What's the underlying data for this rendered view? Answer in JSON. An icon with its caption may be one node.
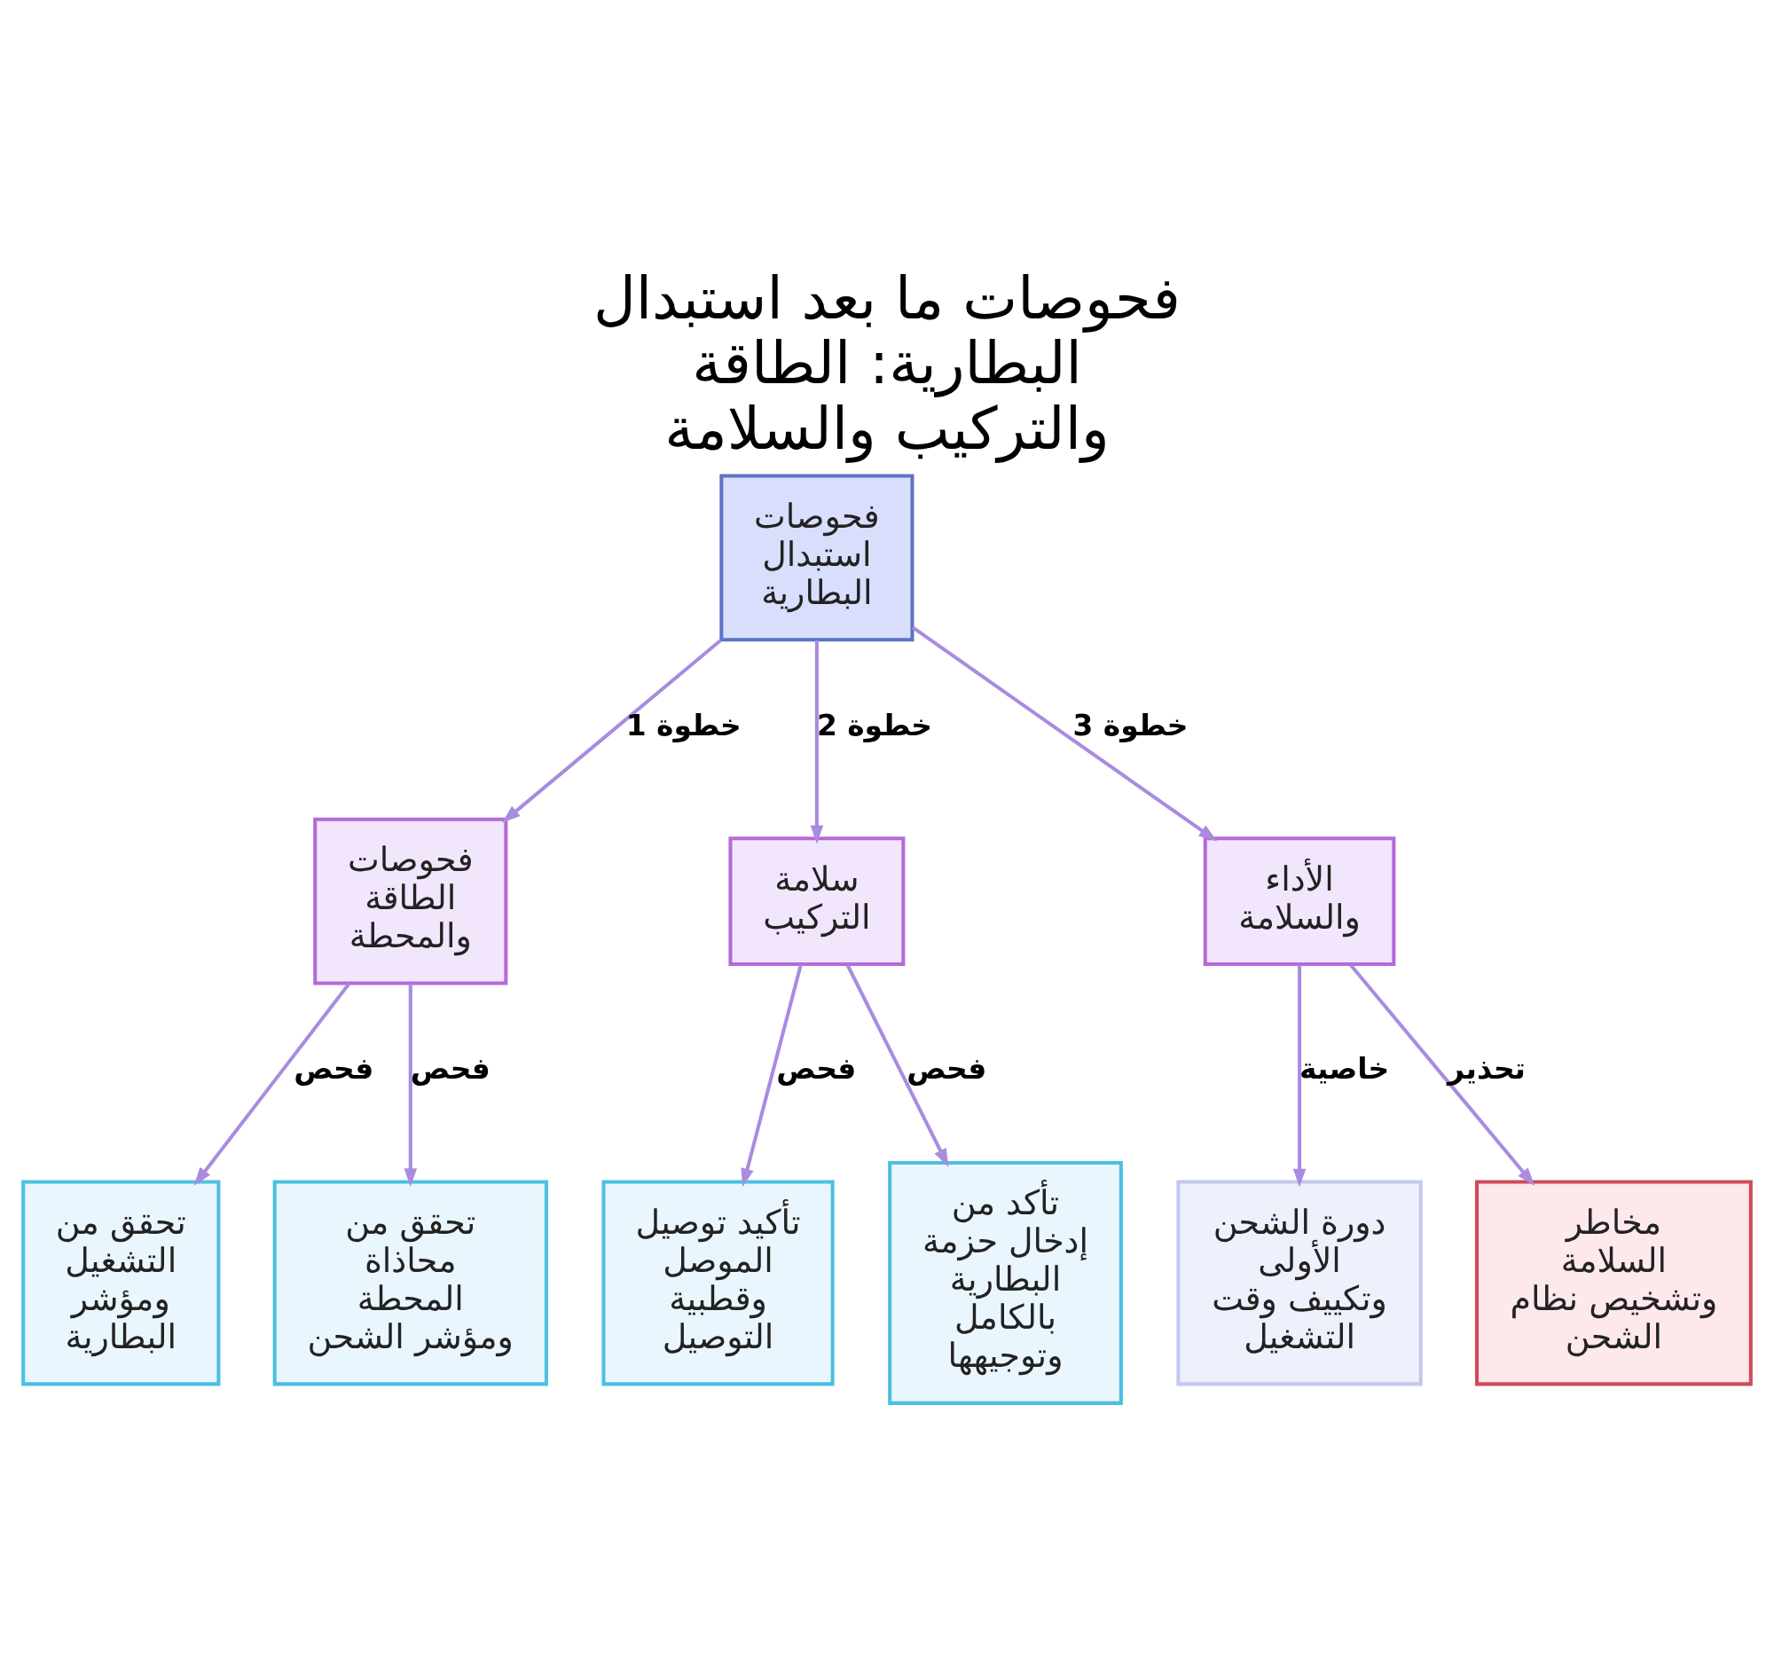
{
  "diagram": {
    "title": "فحوصات ما بعد استبدال البطارية: الطاقة والتركيب والسلامة",
    "nodes": [
      {
        "text": [
          "فحوصات استبدال البطارية"
        ]
      },
      {
        "text": [
          "فحوصات الطاقة والمحطة"
        ]
      },
      {
        "text": [
          "سلامة التركيب"
        ]
      },
      {
        "text": [
          "الأداء والسلامة"
        ]
      },
      {
        "text": [
          "تحقق من التشغيل ومؤشر البطارية"
        ]
      },
      {
        "text": [
          "تحقق من محاذاة المحطة ومؤشر الشحن"
        ]
      },
      {
        "text": [
          "تأكيد توصيل الموصل وقطبية التوصيل"
        ]
      },
      {
        "text": [
          "تأكد من إدخال حزمة البطارية بالكامل وتوجيهها"
        ]
      },
      {
        "text": [
          "دورة الشحن الأولى وتكييف وقت التشغيل"
        ]
      },
      {
        "text": [
          "مخاطر السلامة وتشخيص نظام الشحن"
        ]
      }
    ],
    "edges": [
      {
        "from": 0,
        "to": 1,
        "arrow": "to",
        "label": "خطوة 1"
      },
      {
        "from": 0,
        "to": 2,
        "arrow": "to",
        "label": "خطوة 2"
      },
      {
        "from": 0,
        "to": 3,
        "arrow": "to",
        "label": "خطوة 3"
      },
      {
        "from": 1,
        "to": 4,
        "arrow": "to",
        "label": "فحص"
      },
      {
        "from": 1,
        "to": 5,
        "arrow": "to",
        "label": "فحص"
      },
      {
        "from": 2,
        "to": 6,
        "arrow": "to",
        "label": "فحص"
      },
      {
        "from": 2,
        "to": 7,
        "arrow": "to",
        "label": "فحص"
      },
      {
        "from": 3,
        "to": 8,
        "arrow": "to",
        "label": "خاصية"
      },
      {
        "from": 3,
        "to": 9,
        "arrow": "to",
        "label": "تحذير"
      }
    ]
  }
}
